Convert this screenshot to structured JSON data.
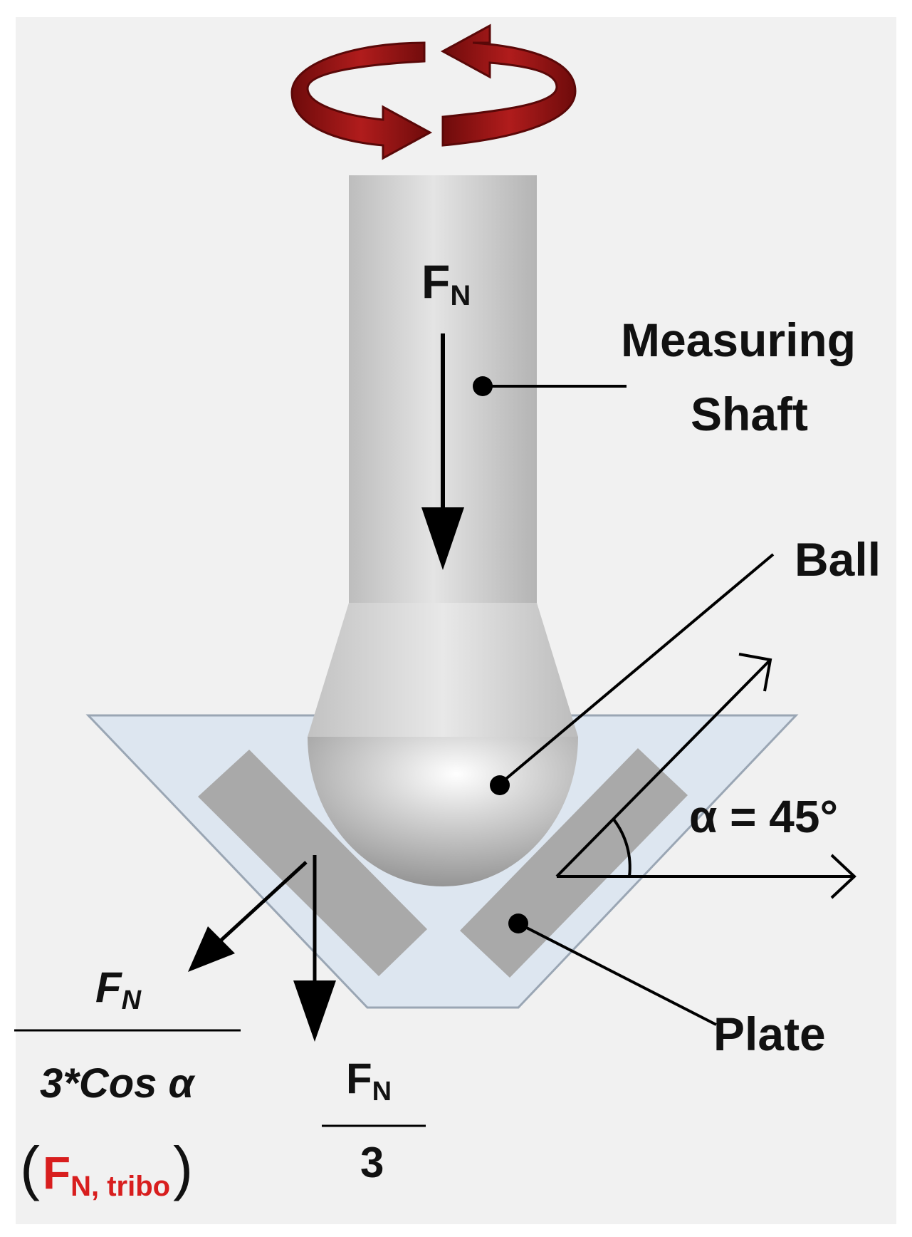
{
  "labels": {
    "force_main": {
      "base": "F",
      "sub": "N"
    },
    "measuring_shaft_line1": "Measuring",
    "measuring_shaft_line2": "Shaft",
    "ball": "Ball",
    "angle": "α = 45°",
    "plate": "Plate",
    "tilted_force_numerator": {
      "base": "F",
      "sub": "N"
    },
    "tilted_force_denominator": "3*Cos α",
    "tribo_force": {
      "open_paren": "(",
      "base": "F",
      "sub": "N, tribo",
      "close_paren": ")"
    },
    "vertical_force_numerator": {
      "base": "F",
      "sub": "N"
    },
    "vertical_force_denominator": "3"
  },
  "colors": {
    "background": "#f1f1f1",
    "rotation_arrow": "#9a1414",
    "plate_holder": "#dde6f0",
    "plate": "#a9a9a9",
    "shaft": "#cfcfcf",
    "ball": "#bdbdbd",
    "text": "#111111",
    "highlight_text": "#d81e1e"
  },
  "icons": {
    "rotation": "rotation-arrows-icon"
  }
}
